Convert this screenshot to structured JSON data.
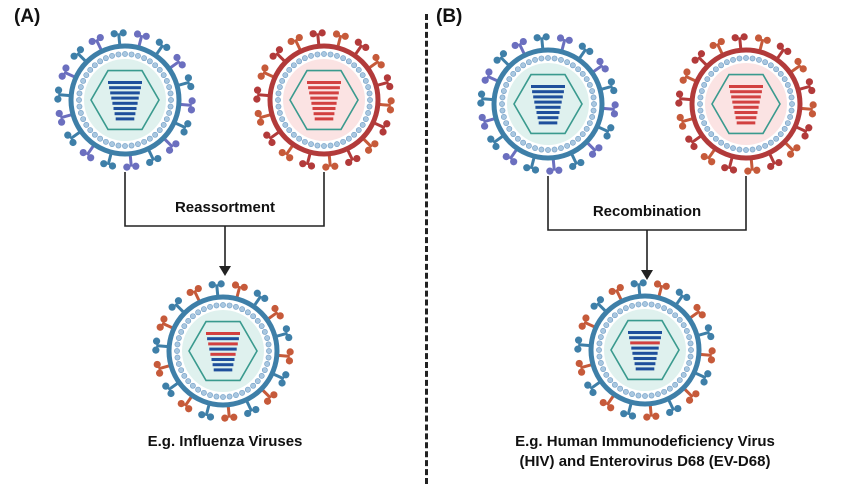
{
  "panels": [
    {
      "label": "(A)",
      "process": "Reassortment",
      "caption_lines": [
        "E.g. Influenza Viruses"
      ],
      "parents": [
        {
          "envelope": "#3e7fa8",
          "spikes": [
            "#6b6fbf",
            "#3e7fa8"
          ],
          "tint": "#dff1ee",
          "genome": "#1f4f9c"
        },
        {
          "envelope": "#b23a3a",
          "spikes": [
            "#c65a3a",
            "#b23a3a"
          ],
          "tint": "#fbe3e3",
          "genome": "#d24040"
        }
      ],
      "progeny": {
        "envelope": "#3e7fa8",
        "spikes": [
          "#c65a3a",
          "#3e7fa8"
        ],
        "tint": "#dff1ee",
        "genome_bands": [
          "#d24040",
          "#1f4f9c",
          "#d24040",
          "#1f4f9c",
          "#d24040",
          "#1f4f9c",
          "#1f4f9c",
          "#1f4f9c"
        ]
      }
    },
    {
      "label": "(B)",
      "process": "Recombination",
      "caption_lines": [
        "E.g. Human Immunodeficiency Virus",
        "(HIV) and Enterovirus D68 (EV-D68)"
      ],
      "parents": [
        {
          "envelope": "#3e7fa8",
          "spikes": [
            "#6b6fbf",
            "#3e7fa8"
          ],
          "tint": "#dff1ee",
          "genome": "#1f4f9c"
        },
        {
          "envelope": "#b23a3a",
          "spikes": [
            "#c65a3a",
            "#b23a3a"
          ],
          "tint": "#fbe3e3",
          "genome": "#d24040"
        }
      ],
      "progeny": {
        "envelope": "#3e7fa8",
        "spikes": [
          "#c65a3a",
          "#3e7fa8"
        ],
        "tint": "#dff1ee",
        "genome_bands": [
          "#1f4f9c",
          "#1f4f9c",
          "#d24040",
          "#1f4f9c",
          "#1f4f9c",
          "#1f4f9c",
          "#1f4f9c",
          "#1f4f9c"
        ]
      }
    }
  ],
  "colors": {
    "connector": "#222222",
    "divider": "#222222",
    "capsid_line": "#3a9a8e"
  }
}
